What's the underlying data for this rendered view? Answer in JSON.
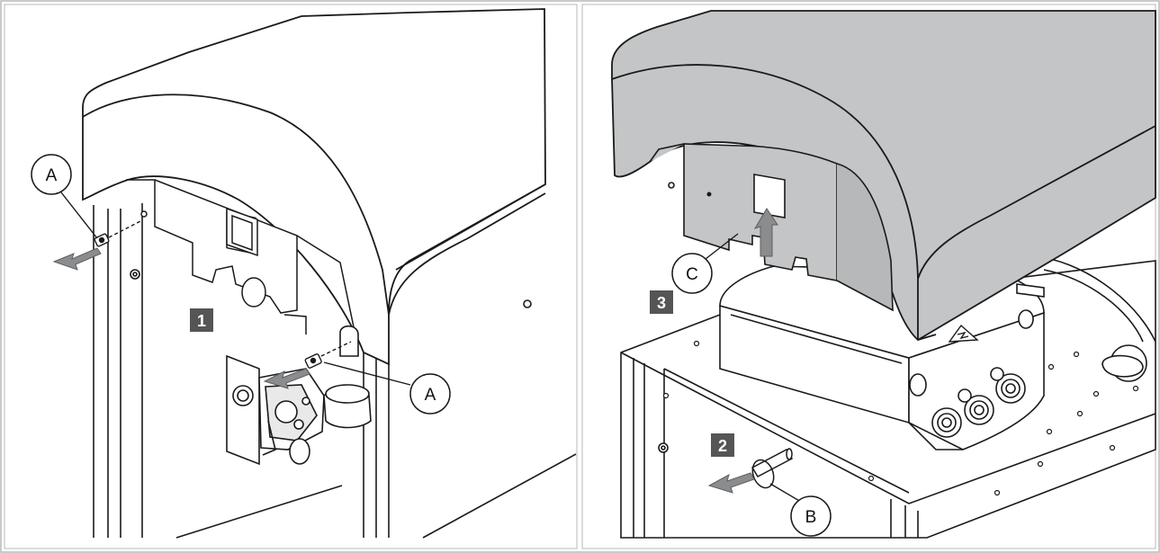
{
  "colors": {
    "line": "#1a1a1a",
    "cover_grey": "#c3c5c6",
    "cover_grey_dark": "#9fa2a4",
    "arrow_grey": "#8a8c8e",
    "step_box": "#555555",
    "frame": "#b9b9b9"
  },
  "panels": {
    "left": {
      "callouts": [
        "A",
        "A"
      ],
      "step": "1"
    },
    "right": {
      "callouts": [
        "C",
        "B"
      ],
      "steps": [
        "3",
        "2"
      ]
    }
  },
  "icons": [
    "high-voltage-warning-icon",
    "removal-arrow-icon"
  ]
}
